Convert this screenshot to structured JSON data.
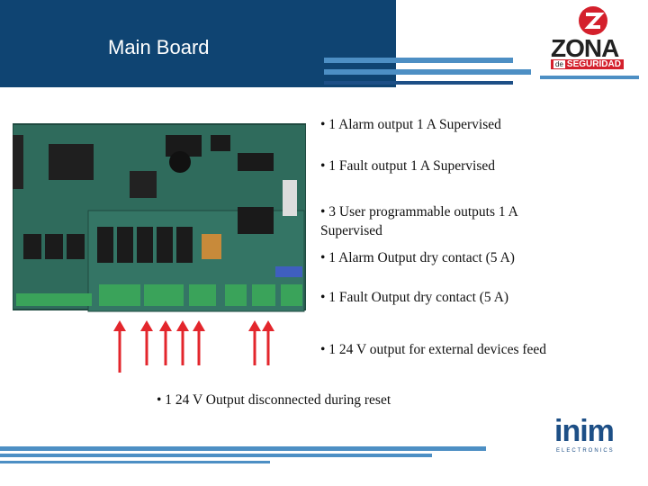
{
  "header": {
    "title": "Main Board"
  },
  "logos": {
    "zona": {
      "name": "ZONA",
      "sub_prefix": "de",
      "sub": "SEGURIDAD"
    },
    "inim": {
      "name": "inim",
      "sub": "ELECTRONICS"
    }
  },
  "bullets": [
    "• 1 Alarm output 1 A Supervised",
    "• 1 Fault  output 1 A Supervised",
    "• 3 User programmable outputs 1 A Supervised",
    "• 1 Alarm Output dry contact (5 A)",
    "• 1 Fault Output dry contact (5 A)",
    "• 1 24 V output for external devices feed",
    "• 1 24 V Output disconnected during reset"
  ],
  "colors": {
    "header": "#0f4472",
    "stripe": "#4d8fc4",
    "arrow": "#e3262c",
    "board": "#2f6b5c"
  },
  "icons": {
    "arrow": "arrow-up-icon",
    "board": "circuit-board-image"
  }
}
